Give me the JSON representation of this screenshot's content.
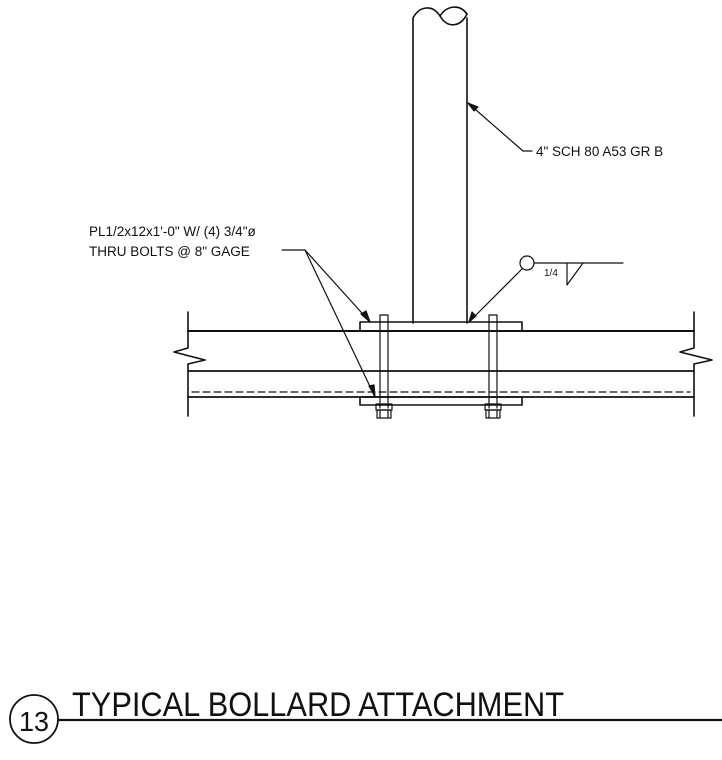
{
  "notes": {
    "pipe_label": "4\" SCH 80 A53 GR B",
    "plate_label_line1": "PL1/2x12x1'-0\" W/ (4) 3/4\"ø",
    "plate_label_line2": "THRU BOLTS @ 8\" GAGE",
    "weld_size": "1/4"
  },
  "title_block": {
    "detail_number": "13",
    "title": "TYPICAL BOLLARD ATTACHMENT"
  }
}
